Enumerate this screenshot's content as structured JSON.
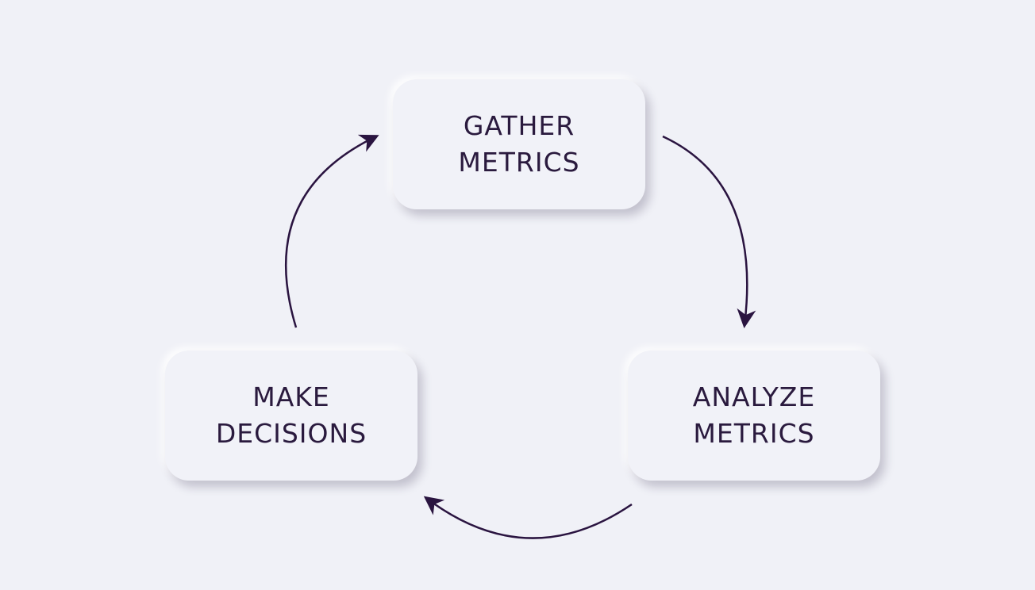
{
  "diagram": {
    "type": "cycle",
    "nodes": [
      {
        "id": "gather",
        "line1": "GATHER",
        "line2": "METRICS"
      },
      {
        "id": "analyze",
        "line1": "ANALYZE",
        "line2": "METRICS"
      },
      {
        "id": "decide",
        "line1": "MAKE",
        "line2": "DECISIONS"
      }
    ],
    "flow": [
      "gather",
      "analyze",
      "decide",
      "gather"
    ],
    "colors": {
      "background": "#f0f1f7",
      "card": "#f1f2f8",
      "text": "#2a1a3e",
      "arrow": "#2a1440"
    }
  }
}
